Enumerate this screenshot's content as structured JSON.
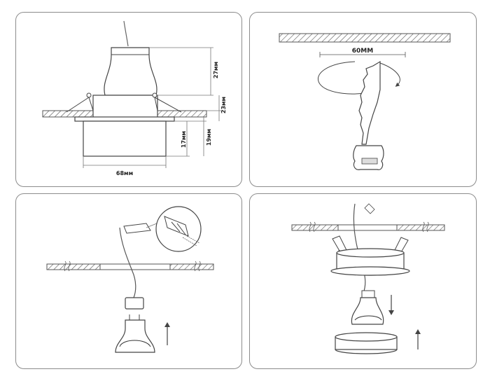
{
  "panel1": {
    "dim_height_top": "27мм",
    "dim_height_mid": "23мм",
    "dim_height_ring": "17мм",
    "dim_height_low": "19мм",
    "dim_width": "68мм"
  },
  "panel2": {
    "dim_cutout": "60ММ"
  }
}
